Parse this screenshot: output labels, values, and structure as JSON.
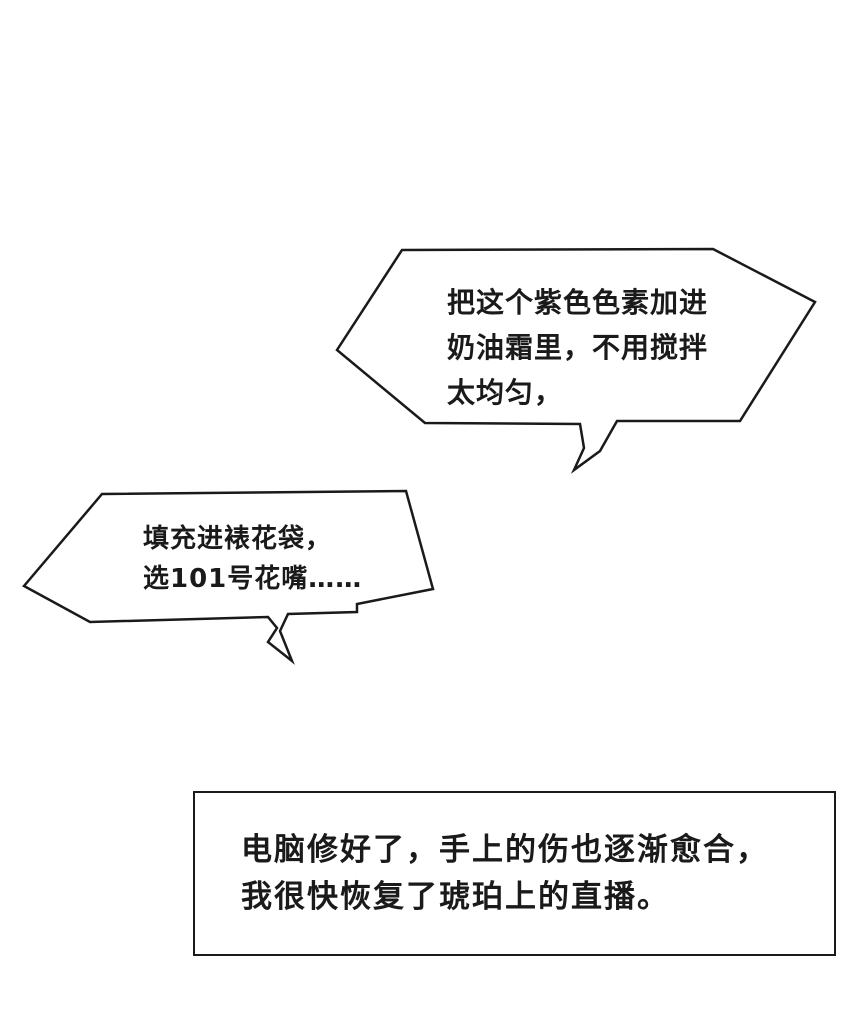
{
  "speech_bubble_1": {
    "lines": [
      "把这个紫色色素加进",
      "奶油霜里，不用搅拌",
      "太均匀，"
    ]
  },
  "speech_bubble_2": {
    "lines": [
      "填充进裱花袋，",
      "选101号花嘴……"
    ]
  },
  "narration_caption": {
    "lines": [
      "电脑修好了，手上的伤也逐渐愈合，",
      "我很快恢复了琥珀上的直播。"
    ]
  },
  "colors": {
    "background": "#ffffff",
    "ink": "#1a1a1a"
  }
}
